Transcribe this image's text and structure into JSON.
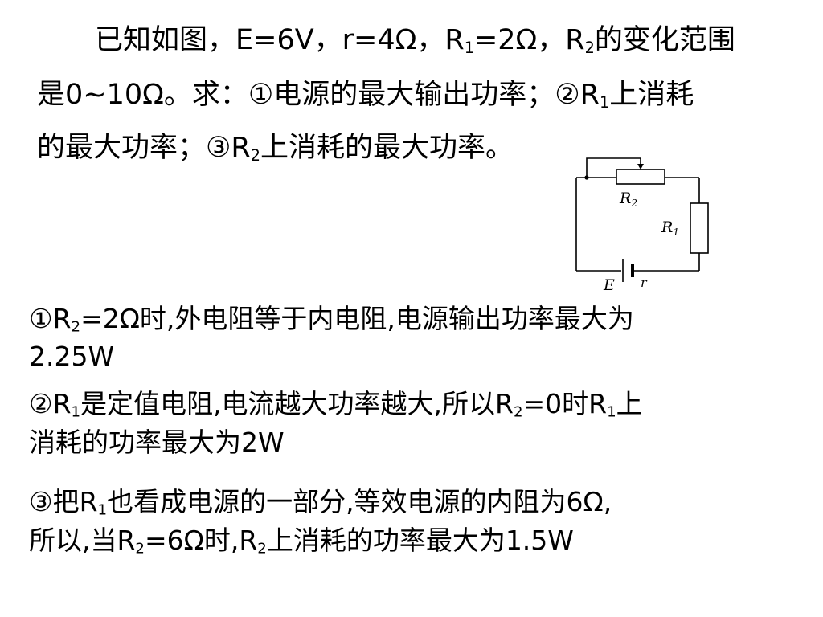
{
  "problem": {
    "line1": {
      "a": "已知如图，E=6V，r=4Ω，R",
      "b": "1",
      "c": "=2Ω，R",
      "d": "2",
      "e": "的变化范围"
    },
    "line2": {
      "a": "是0~10Ω。求：①电源的最大输出功率；②R",
      "b": "1",
      "c": "上消耗"
    },
    "line3": {
      "a": "的最大功率；③R",
      "b": "2",
      "c": "上消耗的最大功率。"
    }
  },
  "circuit": {
    "r2_label": "R",
    "r2_sub": "2",
    "r1_label": "R",
    "r1_sub": "1",
    "emf_label": "E",
    "internal_label": "r"
  },
  "answers": {
    "a1": {
      "l1a": "①R",
      "l1b": "2",
      "l1c": "=2Ω时,外电阻等于内电阻,电源输出功率最大为",
      "l2": "2.25W"
    },
    "a2": {
      "l1a": "②R",
      "l1b": "1",
      "l1c": "是定值电阻,电流越大功率越大,所以R",
      "l1d": "2",
      "l1e": "=0时R",
      "l1f": "1",
      "l1g": "上",
      "l2": "消耗的功率最大为2W"
    },
    "a3": {
      "l1a": "③把R",
      "l1b": "1",
      "l1c": "也看成电源的一部分,等效电源的内阻为6Ω,",
      "l2a": "所以,当R",
      "l2b": "2",
      "l2c": "=6Ω时,R",
      "l2d": "2",
      "l2e": "上消耗的功率最大为1.5W"
    }
  }
}
